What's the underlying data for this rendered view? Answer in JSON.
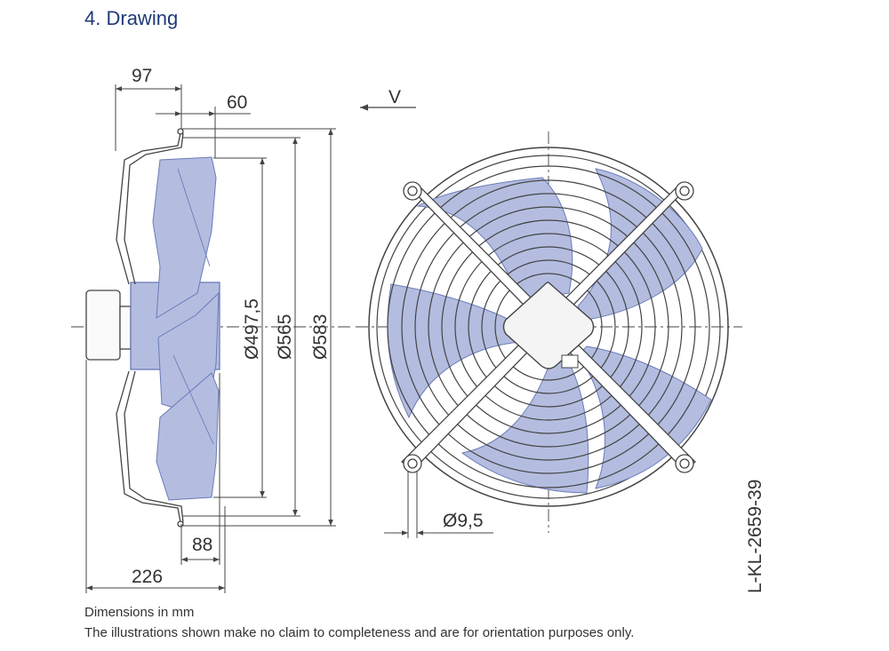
{
  "section": {
    "number": "4.",
    "title": "Drawing"
  },
  "dimensions": {
    "overall_depth": "97",
    "inlet_offset": "60",
    "blade_diameter": "Ø497,5",
    "inner_diameter": "Ø565",
    "outer_diameter": "Ø583",
    "rear_offset": "88",
    "total_depth": "226",
    "mount_hole": "Ø9,5",
    "view_label": "V"
  },
  "drawing_id": "L-KL-2659-39",
  "notes": {
    "units": "Dimensions in mm",
    "disclaimer": "The illustrations shown make no claim to completeness and are for orientation purposes only."
  },
  "colors": {
    "heading": "#1f3a78",
    "blade_fill": "#b4bde0",
    "blade_stroke": "#6a7bb8",
    "line": "#444444"
  }
}
